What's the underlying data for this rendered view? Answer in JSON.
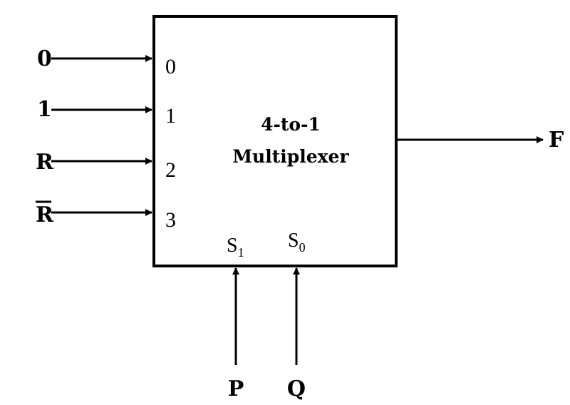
{
  "block": {
    "title_line1": "4-to-1",
    "title_line2": "Multiplexer"
  },
  "inputs": [
    {
      "source": "0",
      "port": "0",
      "overbar": false
    },
    {
      "source": "1",
      "port": "1",
      "overbar": false
    },
    {
      "source": "R",
      "port": "2",
      "overbar": false
    },
    {
      "source": "R",
      "port": "3",
      "overbar": true
    }
  ],
  "selects": [
    {
      "port_base": "S",
      "port_sub": "1",
      "source": "P"
    },
    {
      "port_base": "S",
      "port_sub": "0",
      "source": "Q"
    }
  ],
  "output": {
    "label": "F"
  },
  "colors": {
    "line": "#000000",
    "background": "#ffffff"
  }
}
